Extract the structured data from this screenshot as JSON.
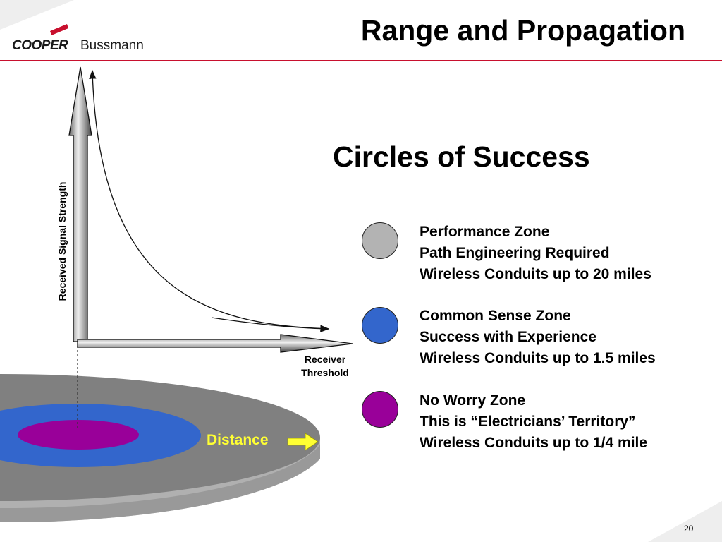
{
  "header": {
    "logo_primary": "COOPER",
    "logo_secondary": "Bussmann",
    "title": "Range and Propagation",
    "accent_color": "#c8102e"
  },
  "subtitle": "Circles of Success",
  "diagram": {
    "y_axis_label": "Received Signal Strength",
    "x_axis_label_line1": "Receiver",
    "x_axis_label_line2": "Threshold",
    "distance_label": "Distance",
    "disc_colors": {
      "outer": "#808080",
      "middle": "#3366cc",
      "inner": "#990099",
      "rim": "#b0b0b0"
    }
  },
  "legend": [
    {
      "color": "#b3b3b3",
      "icon": "gray-circle-icon",
      "lines": [
        "Performance Zone",
        "Path Engineering Required",
        "Wireless Conduits up to 20 miles"
      ]
    },
    {
      "color": "#3366cc",
      "icon": "blue-circle-icon",
      "lines": [
        "Common Sense Zone",
        "Success with Experience",
        "Wireless Conduits up to 1.5 miles"
      ]
    },
    {
      "color": "#990099",
      "icon": "purple-circle-icon",
      "lines": [
        "No Worry Zone",
        "This is “Electricians’ Territory”",
        "Wireless Conduits up to 1/4 mile"
      ]
    }
  ],
  "footer": {
    "page_number": "20"
  }
}
